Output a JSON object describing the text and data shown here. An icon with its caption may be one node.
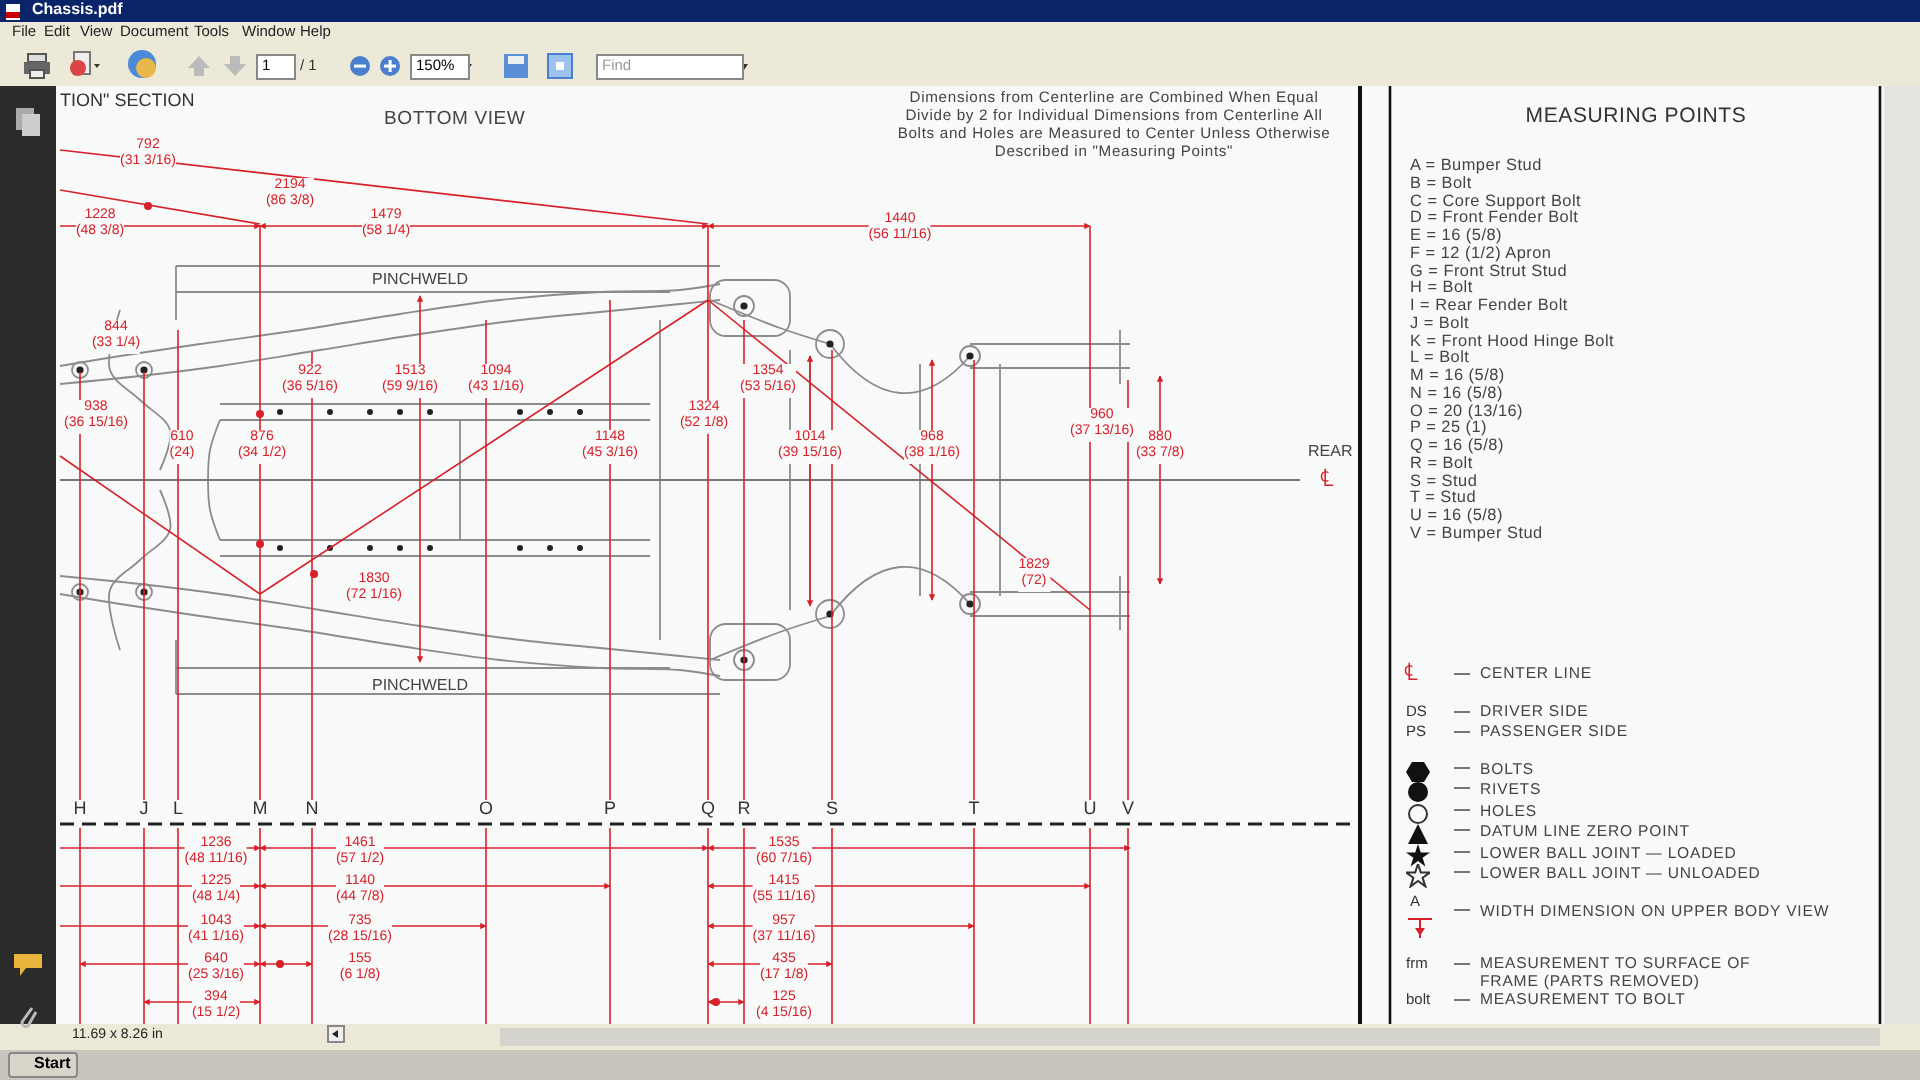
{
  "diagram": {
    "title": "BOTTOM VIEW",
    "labels": [
      "Chassis.pdf",
      "File",
      "Edit",
      "View",
      "Document",
      "Tools",
      "Window",
      "Help",
      "1",
      "/ 1",
      "150%",
      "Find",
      "11.69 x 8.26 in",
      "Start",
      "TION\" SECTION",
      "Dimensions from Centerline are Combined When Equal Divide by 2 for Individual Dimensions from Centerline All Bolts and Holes are Measured to Center Unless Otherwise Described in \"Measuring Points\"",
      "PINCHWELD",
      "PINCHWELD",
      "REAR",
      "℄",
      "792 (31 3/16)",
      "2194 (86 3/8)",
      "1228 (48 3/8)",
      "1479 (58 1/4)",
      "1440 (56 11/16)",
      "844 (33 1/4)",
      "922 (36 5/16)",
      "1513 (59 9/16)",
      "1094 (43 1/16)",
      "1354 (53 5/16)",
      "938 (36 15/16)",
      "1324 (52 1/8)",
      "960 (37 13/16)",
      "610 (24)",
      "876 (34 1/2)",
      "1148 (45 3/16)",
      "1014 (39 15/16)",
      "968 (38 1/16)",
      "880 (33 7/8)",
      "1829 (72)",
      "1830 (72 1/16)",
      "H",
      "J",
      "L",
      "M",
      "N",
      "O",
      "P",
      "Q",
      "R",
      "S",
      "T",
      "U",
      "V",
      "1236 (48 11/16)",
      "1461 (57 1/2)",
      "1535 (60 7/16)",
      "1225 (48 1/4)",
      "1140 (44 7/8)",
      "1415 (55 11/16)",
      "1043 (41 1/16)",
      "735 (28 15/16)",
      "957 (37 11/16)",
      "640 (25 3/16)",
      "155 (6 1/8)",
      "435 (17 1/8)",
      "394 (15 1/2)",
      "125 (4 15/16)",
      "MEASURING POINTS",
      "A = Bumper Stud",
      "B = Bolt",
      "C = Core Support Bolt",
      "D = Front Fender Bolt",
      "E = 16 (5/8)",
      "F = 12 (1/2) Apron",
      "G = Front Strut Stud",
      "H = Bolt",
      "I = Rear Fender Bolt",
      "J = Bolt",
      "K = Front Hood Hinge Bolt",
      "L = Bolt",
      "M = 16 (5/8)",
      "N = 16 (5/8)",
      "O = 20 (13/16)",
      "P = 25 (1)",
      "Q = 16 (5/8)",
      "R = Bolt",
      "S = Stud",
      "T = Stud",
      "U = 16 (5/8)",
      "V = Bumper Stud",
      "℄",
      "CENTER LINE",
      "DS",
      "DRIVER SIDE",
      "PS",
      "PASSENGER SIDE",
      "A",
      "frm",
      "MEASUREMENT TO SURFACE OF FRAME (PARTS REMOVED)",
      "bolt",
      "MEASUREMENT TO BOLT"
    ],
    "legend": [
      {
        "text": "BOLTS"
      },
      {
        "text": "RIVETS"
      },
      {
        "text": "HOLES"
      },
      {
        "text": "DATUM LINE ZERO POINT"
      },
      {
        "text": "LOWER BALL JOINT — LOADED"
      },
      {
        "text": "LOWER BALL JOINT — UNLOADED"
      },
      {
        "text": "WIDTH DIMENSION ON UPPER BODY VIEW"
      }
    ]
  }
}
